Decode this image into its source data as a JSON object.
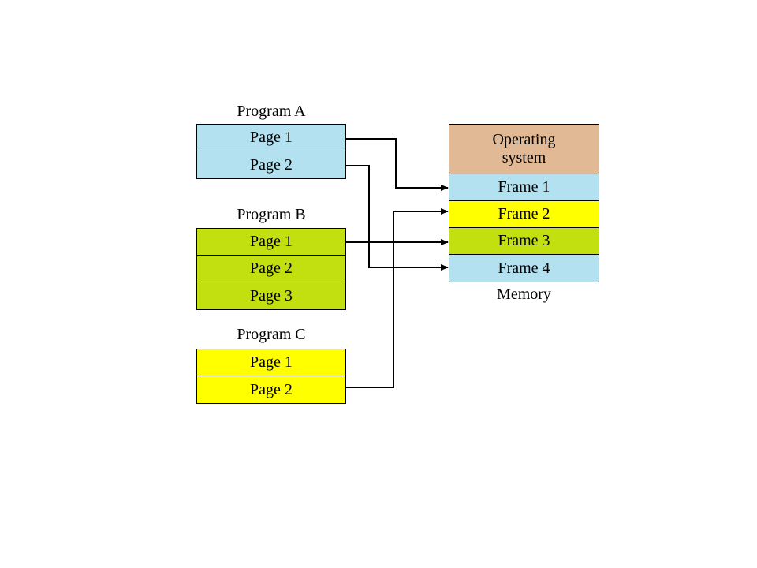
{
  "program_a": {
    "title": "Program A",
    "pages": [
      "Page 1",
      "Page 2"
    ]
  },
  "program_b": {
    "title": "Program B",
    "pages": [
      "Page 1",
      "Page 2",
      "Page 3"
    ]
  },
  "program_c": {
    "title": "Program C",
    "pages": [
      "Page 1",
      "Page 2"
    ]
  },
  "memory": {
    "os_label": "Operating system",
    "frames": [
      "Frame 1",
      "Frame 2",
      "Frame 3",
      "Frame 4"
    ],
    "label": "Memory"
  },
  "colors": {
    "program_a": "#b3e1ef",
    "program_b": "#c2e00f",
    "program_c": "#ffff00",
    "operating_system": "#e1b994"
  },
  "mappings": [
    {
      "program": "Program A",
      "page": "Page 1",
      "frame": "Frame 1"
    },
    {
      "program": "Program A",
      "page": "Page 2",
      "frame": "Frame 4"
    },
    {
      "program": "Program B",
      "page": "Page 1",
      "frame": "Frame 3"
    },
    {
      "program": "Program C",
      "page": "Page 2",
      "frame": "Frame 2"
    }
  ]
}
